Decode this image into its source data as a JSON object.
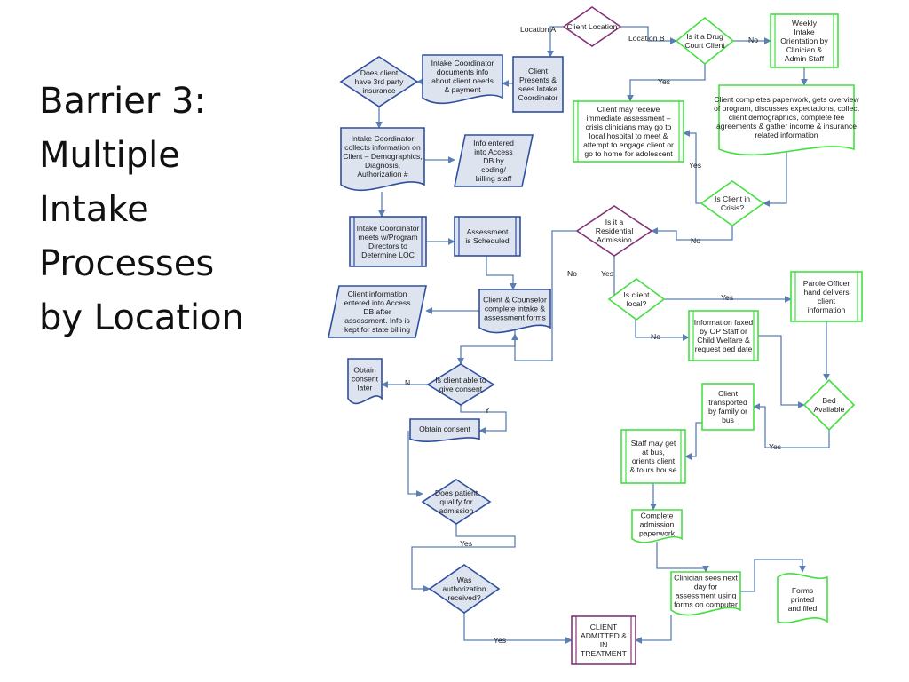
{
  "slide_title": [
    "Barrier 3:",
    "Multiple",
    "Intake",
    "Processes",
    "by Location"
  ],
  "colors": {
    "blue_stroke": "#2f4fa0",
    "blue_fill": "#dde4ef",
    "green_stroke": "#43e040",
    "purple_stroke": "#84337a",
    "edge": "#5b7fb5"
  },
  "nodes": [
    {
      "id": "client_location",
      "shape": "diamond",
      "color": "purple",
      "lines": [
        "Client Location"
      ]
    },
    {
      "id": "drug_court",
      "shape": "diamond",
      "color": "green",
      "lines": [
        "Is it a Drug",
        "Court Client"
      ]
    },
    {
      "id": "weekly_orientation",
      "shape": "process",
      "color": "green",
      "lines": [
        "Weekly",
        "Intake",
        "Orientation by",
        "Clinician &",
        "Admin Staff"
      ]
    },
    {
      "id": "client_presents",
      "shape": "rect",
      "color": "blue",
      "lines": [
        "Client",
        "Presents &",
        "sees Intake",
        "Coordinator"
      ]
    },
    {
      "id": "coordinator_documents",
      "shape": "document",
      "color": "blue",
      "lines": [
        "Intake Coordinator",
        "documents info",
        "about client needs",
        "& payment"
      ]
    },
    {
      "id": "third_party",
      "shape": "diamond",
      "color": "blue",
      "lines": [
        "Does client",
        "have 3rd party",
        "insurance"
      ]
    },
    {
      "id": "client_completes_paperwork",
      "shape": "document",
      "color": "green",
      "lines": [
        "Client completes paperwork, gets overview",
        "of program, discusses expectations, collect",
        "client demographics, complete fee",
        "agreements & gather income & insurance",
        "related information"
      ]
    },
    {
      "id": "immediate_assessment",
      "shape": "process",
      "color": "green",
      "lines": [
        "Client may receive",
        "immediate assessment –",
        "crisis clinicians may go to",
        "local hospital to meet &",
        "attempt to engage client or",
        "go to home for adolescent"
      ]
    },
    {
      "id": "collects_info",
      "shape": "document",
      "color": "blue",
      "lines": [
        "Intake Coordinator",
        "collects information on",
        "Client – Demographics,",
        "Diagnosis,",
        "Authorization #"
      ]
    },
    {
      "id": "access_db",
      "shape": "parallelogram",
      "color": "blue",
      "lines": [
        "Info entered",
        "into Access",
        "DB by",
        "coding/",
        "billing staff"
      ]
    },
    {
      "id": "in_crisis",
      "shape": "diamond",
      "color": "green",
      "lines": [
        "Is Client in",
        "Crisis?"
      ]
    },
    {
      "id": "residential",
      "shape": "diamond",
      "color": "purple",
      "lines": [
        "Is it a",
        "Residential",
        "Admission"
      ]
    },
    {
      "id": "meets_directors",
      "shape": "process",
      "color": "blue",
      "lines": [
        "Intake Coordinator",
        "meets w/Program",
        "Directors to",
        "Determine LOC"
      ]
    },
    {
      "id": "assessment_scheduled",
      "shape": "process",
      "color": "blue",
      "lines": [
        "Assessment",
        "is Scheduled"
      ]
    },
    {
      "id": "client_local",
      "shape": "diamond",
      "color": "green",
      "lines": [
        "Is client",
        "local?"
      ]
    },
    {
      "id": "parole_officer",
      "shape": "process",
      "color": "green",
      "lines": [
        "Parole Officer",
        "hand delivers",
        "client",
        "information"
      ]
    },
    {
      "id": "client_info_entered",
      "shape": "parallelogram",
      "color": "blue",
      "lines": [
        "Client information",
        "entered into Access",
        "DB after",
        "assessment. Info is",
        "kept for state billing"
      ]
    },
    {
      "id": "complete_forms",
      "shape": "document",
      "color": "blue",
      "lines": [
        "Client & Counselor",
        "complete intake &",
        "assessment forms"
      ]
    },
    {
      "id": "info_faxed",
      "shape": "process",
      "color": "green",
      "lines": [
        "Information faxed",
        "by OP Staff or",
        "Child Welfare &",
        "request bed date"
      ]
    },
    {
      "id": "obtain_consent_later",
      "shape": "document",
      "color": "blue",
      "lines": [
        "Obtain",
        "consent",
        "later"
      ]
    },
    {
      "id": "able_consent",
      "shape": "diamond",
      "color": "blue",
      "lines": [
        "Is client able to",
        "give consent"
      ]
    },
    {
      "id": "client_transported",
      "shape": "rect",
      "color": "green",
      "lines": [
        "Client",
        "transported",
        "by family or",
        "bus"
      ]
    },
    {
      "id": "bed_available",
      "shape": "diamond",
      "color": "green",
      "lines": [
        "Bed",
        "Avaliable"
      ]
    },
    {
      "id": "obtain_consent",
      "shape": "document",
      "color": "blue",
      "lines": [
        "Obtain consent"
      ]
    },
    {
      "id": "staff_bus",
      "shape": "process",
      "color": "green",
      "lines": [
        "Staff may get",
        "at bus,",
        "orients client",
        "& tours house"
      ]
    },
    {
      "id": "qualify_admission",
      "shape": "diamond",
      "color": "blue",
      "lines": [
        "Does patient",
        "qualify for",
        "admission"
      ]
    },
    {
      "id": "admission_paperwork",
      "shape": "document",
      "color": "green",
      "lines": [
        "Complete",
        "admission",
        "paperwork"
      ]
    },
    {
      "id": "authorization",
      "shape": "diamond",
      "color": "blue",
      "lines": [
        "Was",
        "authorization",
        "received?"
      ]
    },
    {
      "id": "clinician_next_day",
      "shape": "document",
      "color": "green",
      "lines": [
        "Clinician sees next",
        "day for",
        "assessment using",
        "forms on computer"
      ]
    },
    {
      "id": "forms_printed",
      "shape": "tape",
      "color": "green",
      "lines": [
        "Forms",
        "printed",
        "and filed"
      ]
    },
    {
      "id": "client_admitted",
      "shape": "process",
      "color": "purple",
      "lines": [
        "CLIENT",
        "ADMITTED &",
        "IN",
        "TREATMENT"
      ]
    }
  ],
  "edge_labels": {
    "location_a": "Location A",
    "location_b": "Location B",
    "drug_no": "No",
    "drug_yes": "Yes",
    "crisis_yes": "Yes",
    "crisis_no": "No",
    "residential_no": "No",
    "residential_yes": "Yes",
    "local_yes": "Yes",
    "local_no": "No",
    "consent_n": "N",
    "consent_y": "Y",
    "bed_yes": "Yes",
    "qualify_yes": "Yes",
    "auth_yes": "Yes"
  }
}
